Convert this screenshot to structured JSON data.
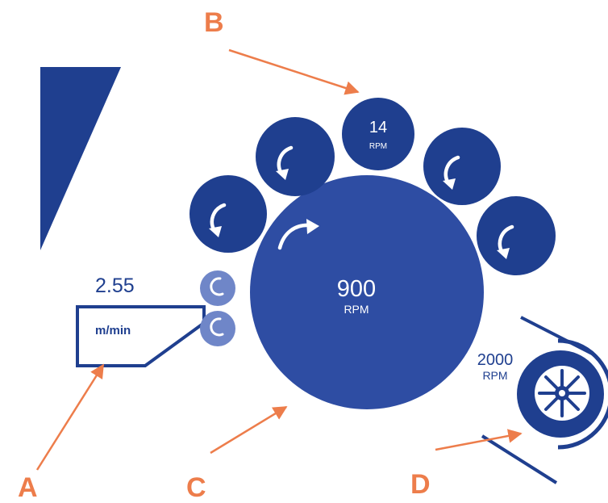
{
  "callouts": {
    "a": "A",
    "b": "B",
    "c": "C",
    "d": "D"
  },
  "feed": {
    "value": "2.55",
    "unit": "m/min"
  },
  "top_roller": {
    "value": "14",
    "unit": "RPM"
  },
  "main_cylinder": {
    "value": "900",
    "unit": "RPM"
  },
  "licker_in": {
    "value": "2000",
    "unit": "RPM"
  },
  "colors": {
    "dark_roller": "#1f3f8f",
    "main_cylinder": "#2e4da3",
    "feed_roller": "#6f86c8",
    "callout": "#ed7d4b"
  }
}
